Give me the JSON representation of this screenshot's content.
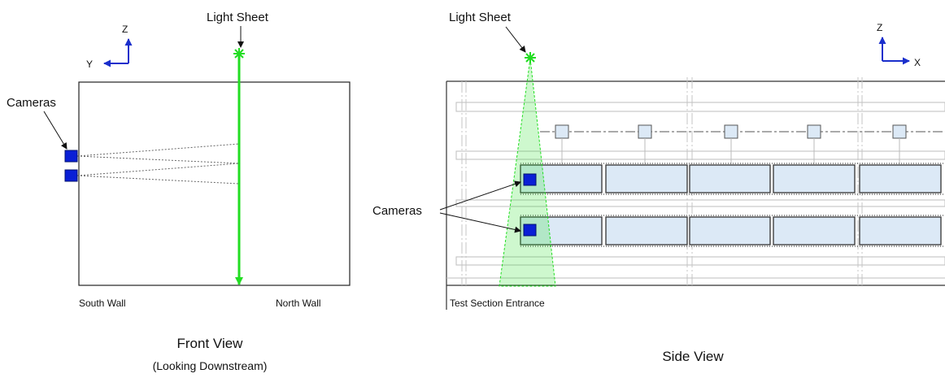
{
  "front_view": {
    "light_sheet_label": "Light Sheet",
    "cameras_label": "Cameras",
    "axis_vertical": "Z",
    "axis_horizontal": "Y",
    "south_wall_label": "South Wall",
    "north_wall_label": "North Wall",
    "title": "Front View",
    "subtitle": "(Looking Downstream)"
  },
  "side_view": {
    "light_sheet_label": "Light Sheet",
    "cameras_label": "Cameras",
    "axis_vertical": "Z",
    "axis_horizontal": "X",
    "entrance_label": "Test Section Entrance",
    "title": "Side View"
  },
  "colors": {
    "light_sheet": "#22dd22",
    "camera": "#0a1fd6",
    "panel_fill": "#dce9f6",
    "axis": "#1a2fcc"
  }
}
